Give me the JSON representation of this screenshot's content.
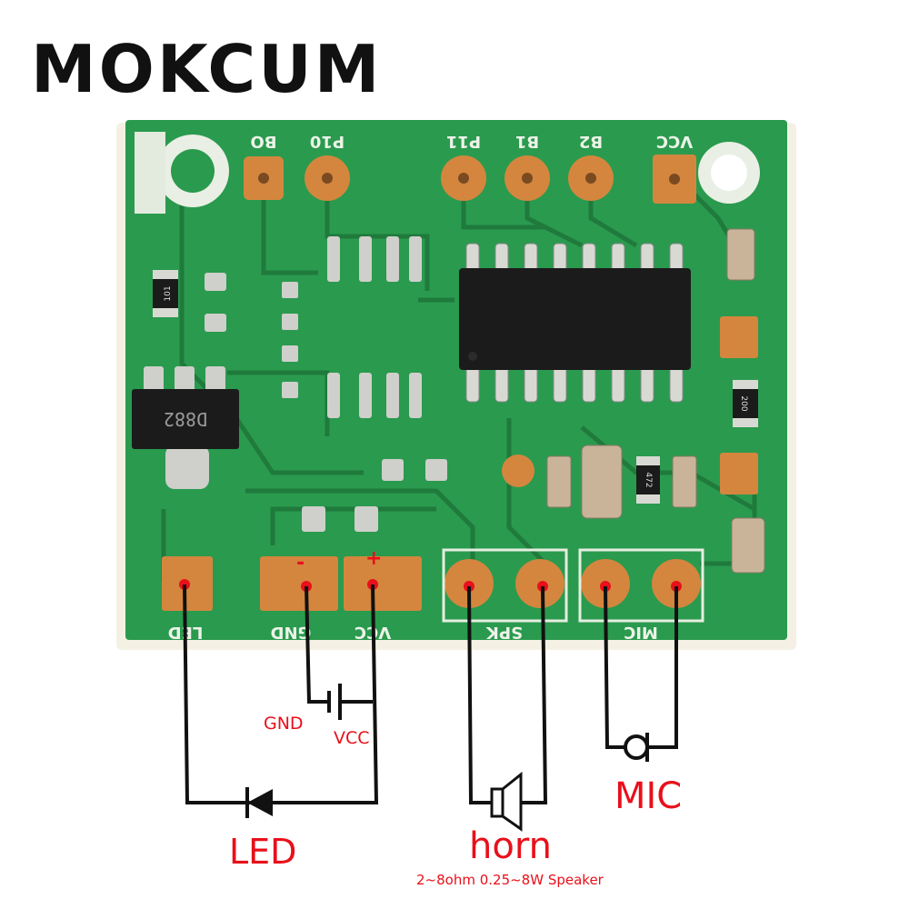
{
  "brand": {
    "logo_text": "MOKCUM"
  },
  "board": {
    "top_pad_labels": [
      "BO",
      "P10",
      "P11",
      "B1",
      "B2",
      "VCC"
    ],
    "bottom_pad_labels": [
      "LED",
      "GND",
      "VCC",
      "SPK",
      "MIC"
    ],
    "transistor_text": "D882",
    "resistor_codes": [
      "101",
      "200",
      "472"
    ],
    "colors": {
      "pcb": "#2a9a4e",
      "trace": "#1f7a3c",
      "pad": "#d4863e",
      "silk": "#ecf3e8",
      "wire": "#111111",
      "accent": "#e8101a"
    }
  },
  "annotations": {
    "minus_sign": "-",
    "plus_sign": "+",
    "gnd": "GND",
    "vcc": "VCC",
    "led": "LED",
    "horn": "horn",
    "mic": "MIC",
    "speaker_spec": "2~8ohm 0.25~8W Speaker"
  }
}
